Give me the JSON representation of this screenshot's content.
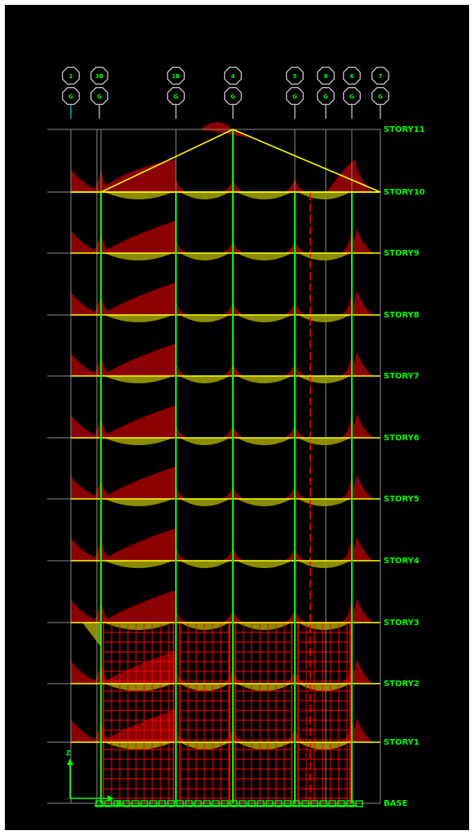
{
  "colors": {
    "background": "#000000",
    "grid_line": "#8a8a8a",
    "story_line": "#ffff00",
    "column": "#00ff00",
    "moment_positive": "#8b0000",
    "moment_negative": "#8b8b00",
    "wall_mesh": "#ff0000",
    "roof_truss": "#ffff00",
    "label": "#00ff00",
    "support_marker": "#00ffff"
  },
  "stories": [
    {
      "label": "STORY11"
    },
    {
      "label": "STORY10"
    },
    {
      "label": "STORY9"
    },
    {
      "label": "STORY8"
    },
    {
      "label": "STORY7"
    },
    {
      "label": "STORY6"
    },
    {
      "label": "STORY5"
    },
    {
      "label": "STORY4"
    },
    {
      "label": "STORY3"
    },
    {
      "label": "STORY2"
    },
    {
      "label": "STORY1"
    },
    {
      "label": "BASE"
    }
  ],
  "grid_bubbles": [
    {
      "top": "1",
      "bottom": "G"
    },
    {
      "top": "3B",
      "bottom": "G"
    },
    {
      "top": "1B",
      "bottom": "G"
    },
    {
      "top": "4",
      "bottom": "G"
    },
    {
      "top": "5",
      "bottom": "G"
    },
    {
      "top": "8",
      "bottom": "G"
    },
    {
      "top": "6",
      "bottom": "G"
    },
    {
      "top": "7",
      "bottom": "G"
    }
  ],
  "axis": {
    "vertical_label": "Z",
    "horizontal_label": "X"
  },
  "view": {
    "icon": "elevation-view-icon"
  }
}
